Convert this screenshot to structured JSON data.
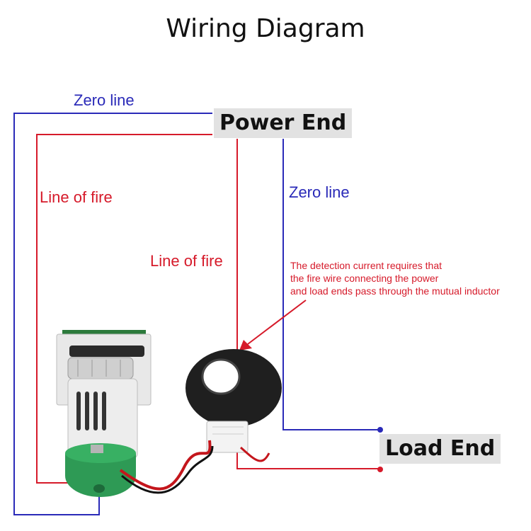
{
  "title": "Wiring Diagram",
  "labels": {
    "zero_line_top": "Zero line",
    "zero_line_right": "Zero line",
    "line_of_fire_left": "Line of fire",
    "line_of_fire_center": "Line of fire"
  },
  "ends": {
    "power_end": "Power End",
    "load_end": "Load End"
  },
  "note": {
    "line1": "The detection current requires that",
    "line2": "the fire wire connecting the power",
    "line3": "and load ends pass through the mutual inductor"
  },
  "colors": {
    "zero_line": "#2a2ab8",
    "fire_line": "#d61a2a"
  }
}
